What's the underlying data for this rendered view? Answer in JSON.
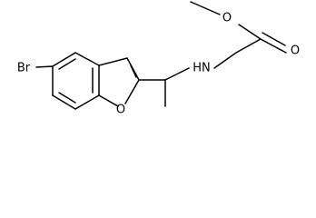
{
  "molecule": {
    "atoms": {
      "bromine": "Br",
      "amine": "HN",
      "ring_oxygen": "O",
      "ester_oxygen": "O",
      "carbonyl_oxygen": "O"
    }
  },
  "colors": {
    "bond": "#000000",
    "label": "#000000",
    "background": "#ffffff"
  }
}
